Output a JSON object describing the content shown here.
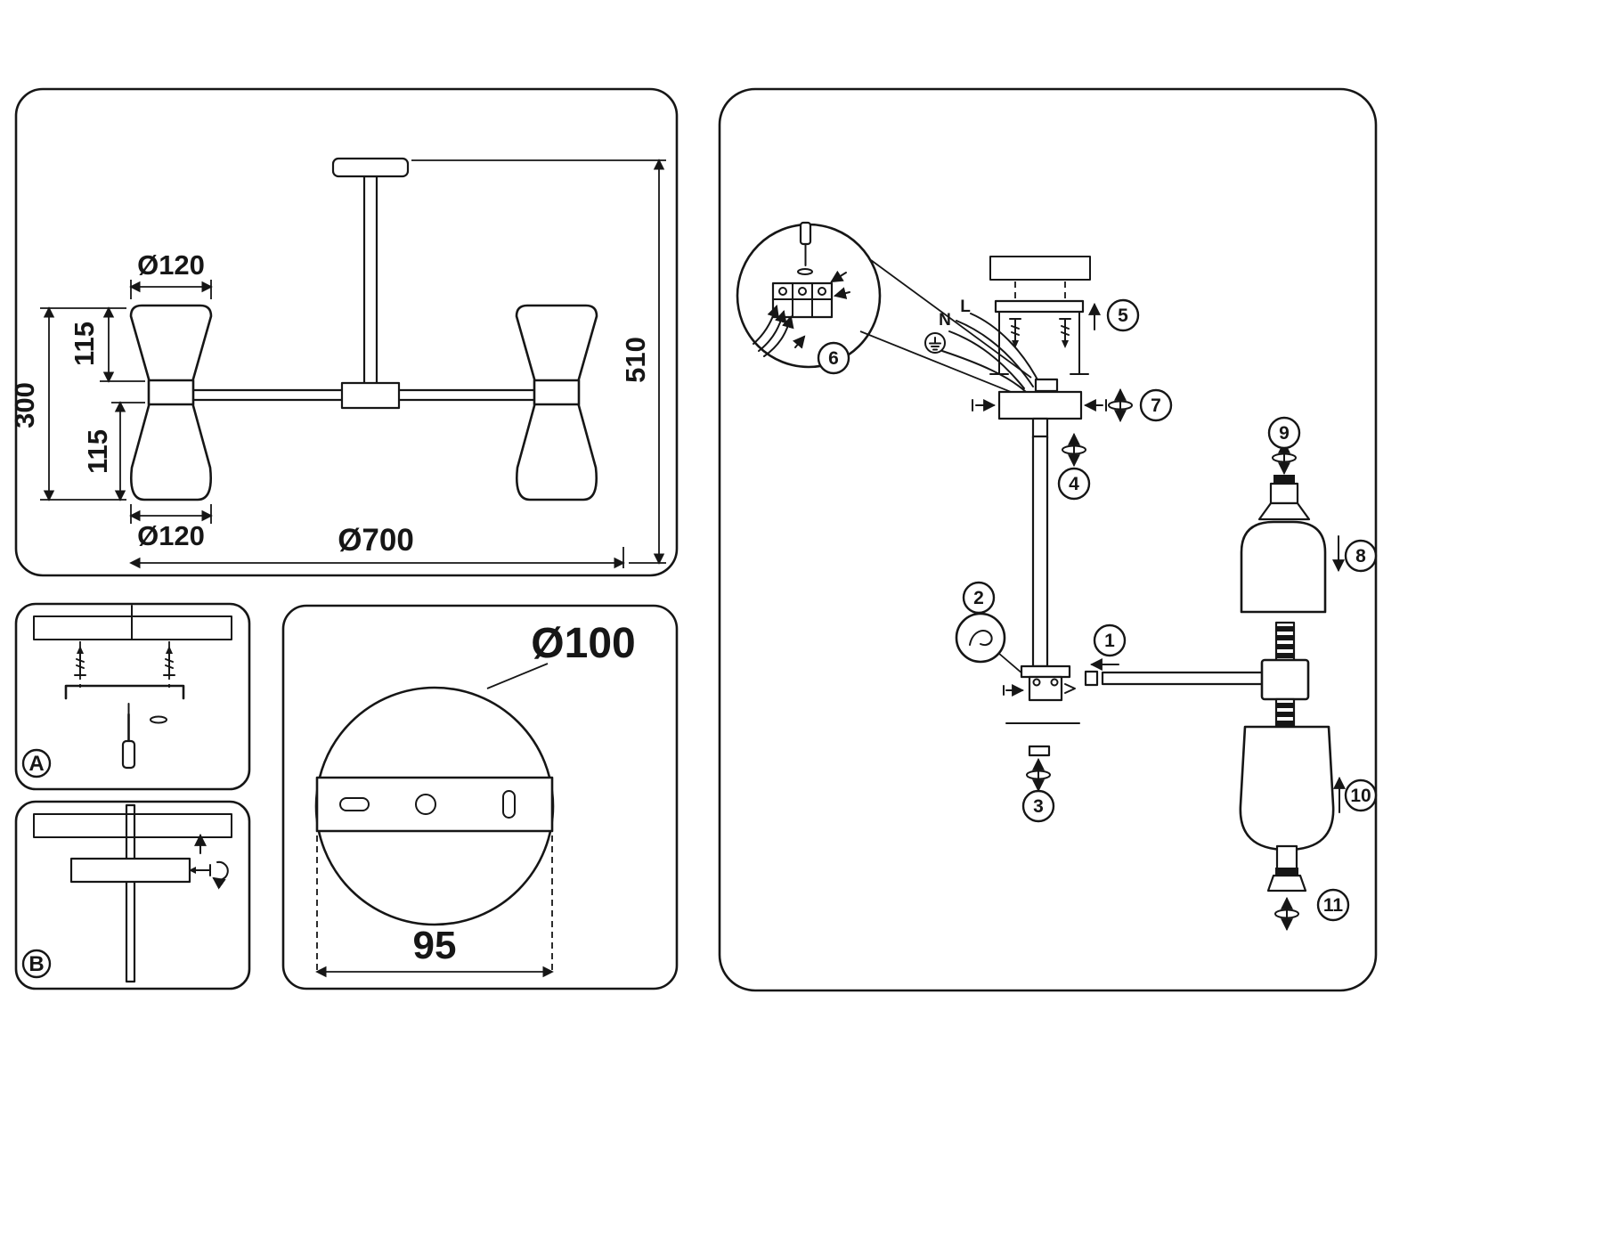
{
  "colors": {
    "line": "#161616",
    "background": "#ffffff"
  },
  "dimension_panel": {
    "top_shade_diameter": "Ø120",
    "upper_shade_height": "115",
    "shade_assembly_height": "300",
    "lower_shade_height": "115",
    "bottom_shade_diameter": "Ø120",
    "overall_diameter": "Ø700",
    "overall_height": "510"
  },
  "mount_step_panels": {
    "step_a": "A",
    "step_b": "B"
  },
  "canopy_panel": {
    "canopy_diameter": "Ø100",
    "hole_spacing": "95"
  },
  "assembly_panel": {
    "wire_labels": {
      "neutral": "N",
      "live": "L"
    },
    "steps": [
      "1",
      "2",
      "3",
      "4",
      "5",
      "6",
      "7",
      "8",
      "9",
      "10",
      "11"
    ]
  }
}
